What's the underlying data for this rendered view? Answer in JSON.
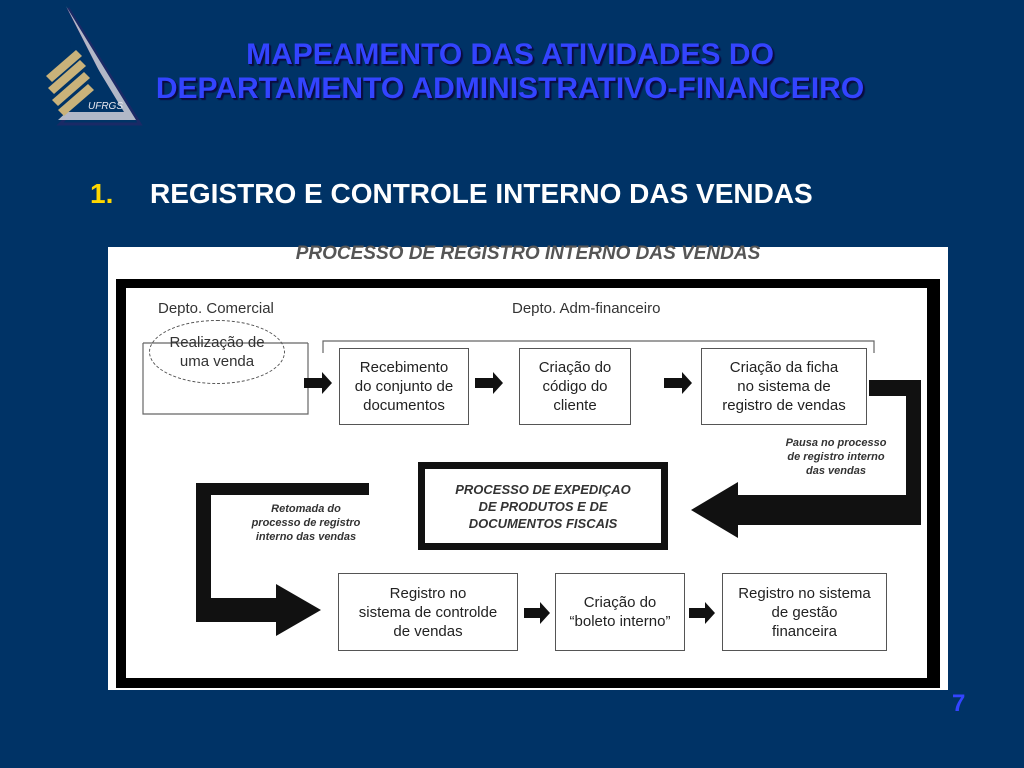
{
  "slide": {
    "title": "MAPEAMENTO DAS ATIVIDADES DO DEPARTAMENTO ADMINISTRATIVO-FINANCEIRO",
    "subhead_number": "1.",
    "subhead_text": "REGISTRO E CONTROLE INTERNO DAS VENDAS",
    "page_number": "7"
  },
  "logo": {
    "text": "UFRGS",
    "colors": {
      "gold": "#c9b27a",
      "silver": "#c8c8d0"
    }
  },
  "diagram": {
    "title": "PROCESSO DE REGISTRO INTERNO DAS VENDAS",
    "dept_comercial": "Depto. Comercial",
    "dept_adm": "Depto. Adm-financeiro",
    "start_ellipse": "Realização de\numa venda",
    "boxes": {
      "recebimento": "Recebimento\ndo conjunto de\ndocumentos",
      "criacao_codigo": "Criação do\ncódigo do\ncliente",
      "criacao_ficha": "Criação da ficha\nno sistema de\nregistro de vendas",
      "expedicao": "PROCESSO DE EXPEDIÇAO\nDE PRODUTOS E DE\nDOCUMENTOS FISCAIS",
      "registro_controle": "Registro no\nsistema de controlde\nde  vendas",
      "boleto": "Criação do\n“boleto interno”",
      "gestao": "Registro no sistema\nde gestão\nfinanceira"
    },
    "notes": {
      "pausa": "Pausa no processo\nde registro interno\ndas vendas",
      "retomada": "Retomada do\nprocesso de registro\ninterno das vendas"
    }
  }
}
